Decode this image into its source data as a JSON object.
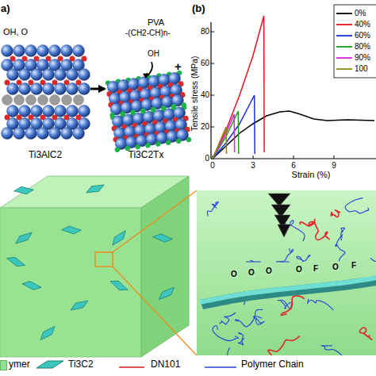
{
  "diagram": {
    "nodes": [
      {
        "text": [
          "Ti3AlC2"
        ]
      },
      {
        "text": [
          "Ti3C2Tx"
        ]
      }
    ],
    "edges": [
      {
        "from": 0,
        "to": 1,
        "arrow": "to"
      }
    ],
    "labels": [
      "a)",
      "OH, O",
      "PVA",
      "-(CH2-CH)n-",
      "OH",
      "+",
      "(b)",
      "80",
      "60",
      "40",
      "20",
      "0",
      "0",
      "3",
      "6",
      "9",
      "Strain (%)",
      "Tensile stress (MPa)",
      "O",
      "O",
      "O",
      "O",
      "F",
      "O",
      "F"
    ],
    "legend": [
      {
        "text": "0%"
      },
      {
        "text": "40%"
      },
      {
        "text": "60%"
      },
      {
        "text": "80%"
      },
      {
        "text": "90%"
      },
      {
        "text": "100"
      },
      {
        "text": "ymer",
        "color": "#8ee08e"
      },
      {
        "text": "Ti3C2"
      },
      {
        "text": "DN101"
      },
      {
        "text": "Polymer Chain"
      }
    ]
  }
}
